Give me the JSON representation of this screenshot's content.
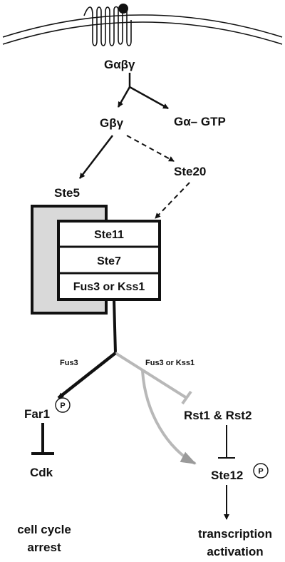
{
  "nodes": {
    "g_abg": "Gαβγ",
    "g_bg": "Gβγ",
    "g_a_gtp": "Gα– GTP",
    "ste20": "Ste20",
    "ste5": "Ste5",
    "ste11": "Ste11",
    "ste7": "Ste7",
    "fus3_kss1_box": "Fus3 or Kss1",
    "fus3_branch": "Fus3",
    "fus3_kss1_branch": "Fus3 or Kss1",
    "far1": "Far1",
    "rst": "Rst1 & Rst2",
    "cdk": "Cdk",
    "ste12": "Ste12",
    "phospho": "P",
    "arrest_line1": "cell cycle",
    "arrest_line2": "arrest",
    "transcription_line1": "transcription",
    "transcription_line2": "activation"
  },
  "colors": {
    "line": "#111111",
    "gray_path": "#b8b8b8",
    "ste5_fill": "#d9d9d9"
  }
}
